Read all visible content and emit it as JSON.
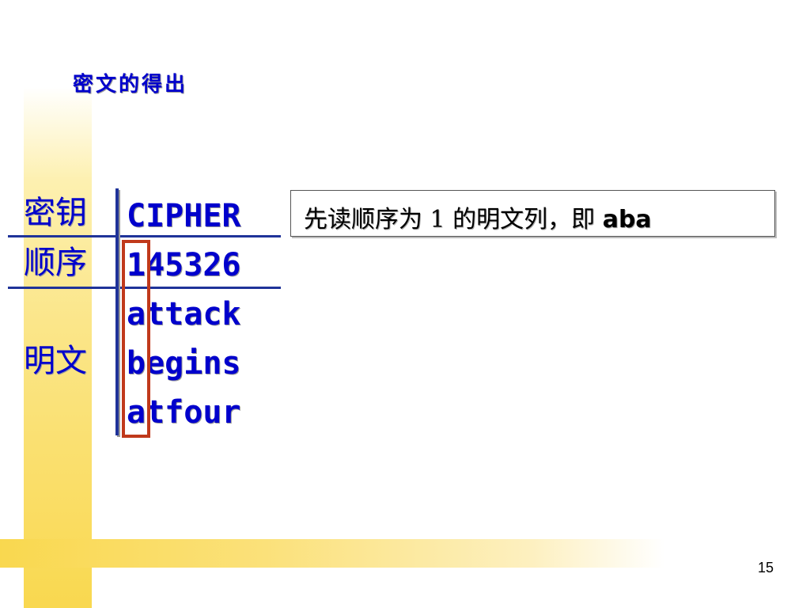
{
  "slide": {
    "title": "密文的得出",
    "page_number": "15"
  },
  "table": {
    "row_labels": {
      "key": "密钥",
      "order": "顺序",
      "plaintext": "明文"
    },
    "key_word": "CIPHER",
    "order_digits": "145326",
    "plaintext_rows": [
      "attack",
      "begins",
      "atfour"
    ]
  },
  "note": {
    "prefix": "先读顺序为 1 的明文列，即 ",
    "highlight": "aba"
  },
  "colors": {
    "text_blue": "#0000cc",
    "rule_blue": "#1f3399",
    "highlight_red": "#c0391b",
    "bar_yellow": "#f9d84f"
  }
}
